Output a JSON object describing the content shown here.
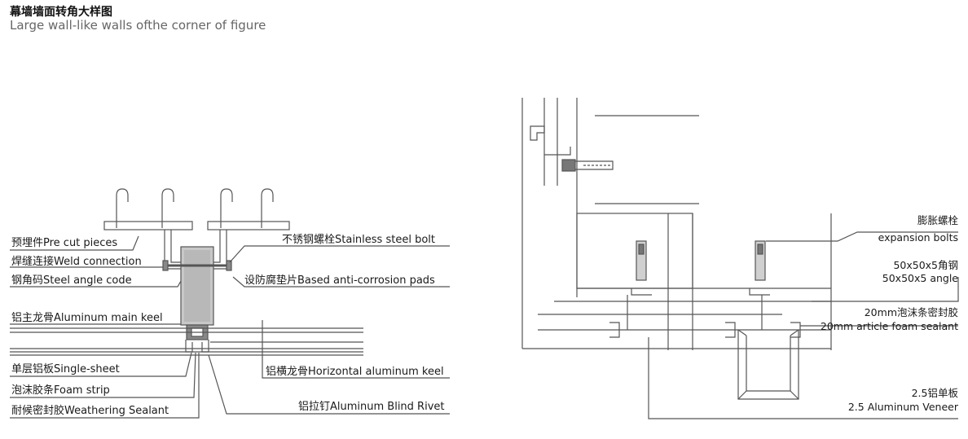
{
  "header": {
    "title": "幕墙墙面转角大样图",
    "subtitle": "Large wall-like walls ofthe corner of figure"
  },
  "left_labels": {
    "pre_cut": "预埋件Pre cut pieces",
    "weld": "焊缝连接Weld connection",
    "steel_angle": "钢角码Steel angle code",
    "main_keel": "铝主龙骨Aluminum main keel",
    "single_sheet": "单层铝板Single-sheet",
    "foam_strip": "泡沫胶条Foam strip",
    "weathering": "耐候密封胶Weathering Sealant",
    "bolt": "不锈钢螺栓Stainless steel bolt",
    "pads": "设防腐垫片Based anti-corrosion pads",
    "horizontal_keel": "铝横龙骨Horizontal aluminum keel",
    "rivet": "铝拉钉Aluminum Blind Rivet"
  },
  "right_labels": {
    "expansion_cn": "膨胀螺栓",
    "expansion_en": "expansion bolts",
    "angle_cn": "50x50x5角钢",
    "angle_en": "50x50x5 angle",
    "sealant_cn": "20mm泡沫条密封胶",
    "sealant_en": "20mm article foam sealant",
    "veneer_cn": "2.5铝单板",
    "veneer_en": "2.5 Aluminum Veneer"
  },
  "colors": {
    "line": "#555555",
    "text": "#1a1a1a",
    "subtitle": "#666666"
  }
}
